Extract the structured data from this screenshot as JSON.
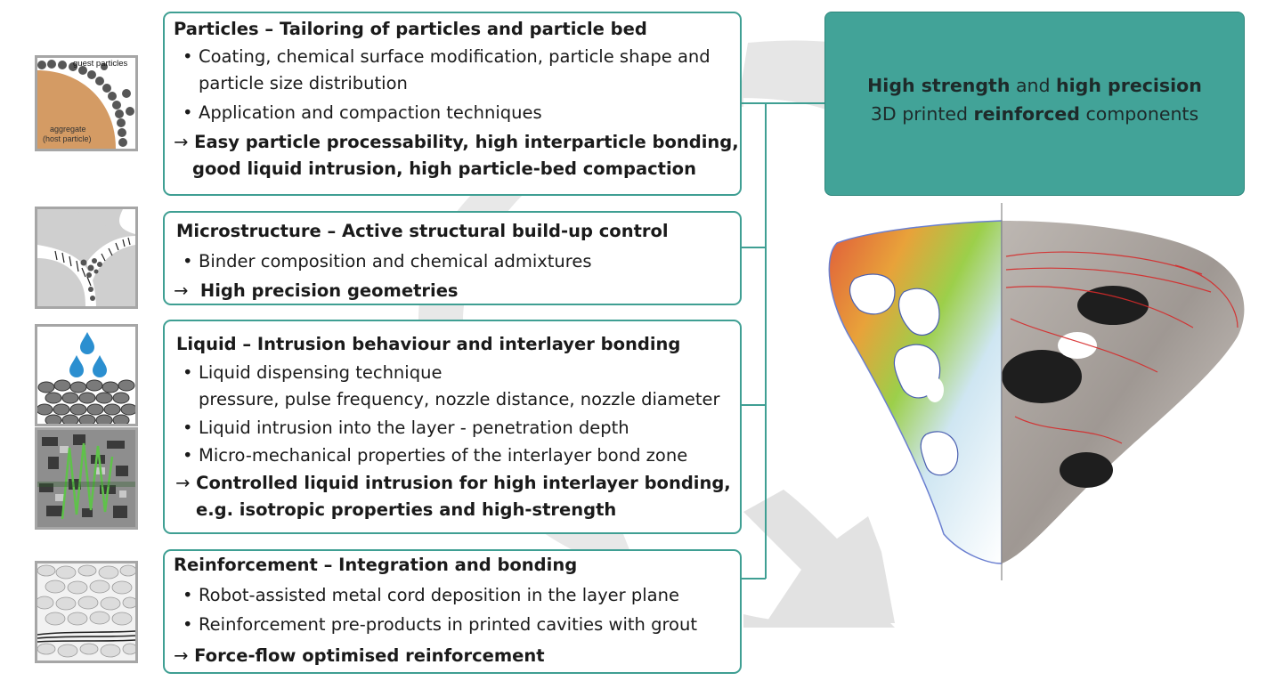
{
  "goal": {
    "line1_a": "High strength",
    "line1_b": " and ",
    "line1_c": "high precision",
    "line2_a": "3D printed ",
    "line2_b": "reinforced",
    "line2_c": " components"
  },
  "thumb_particles": {
    "label_guest": "guest particles",
    "label_aggregate": "aggregate",
    "label_host": "(host particle)"
  },
  "sections": [
    {
      "title": "Particles – Tailoring of particles and particle bed",
      "bullets": [
        "Coating, chemical surface modification, particle shape and",
        "particle size distribution",
        "Application and compaction techniques"
      ],
      "result": [
        "Easy particle processability, high interparticle bonding,",
        "good liquid intrusion, high particle-bed compaction"
      ]
    },
    {
      "title": "Microstructure – Active structural build-up control",
      "bullets": [
        "Binder composition and chemical admixtures"
      ],
      "result": [
        "High precision geometries"
      ]
    },
    {
      "title": "Liquid – Intrusion behaviour and interlayer bonding",
      "bullets": [
        "Liquid dispensing technique",
        "pressure, pulse frequency, nozzle distance, nozzle diameter",
        "Liquid intrusion into the layer - penetration depth",
        "Micro-mechanical properties of the interlayer bond zone"
      ],
      "result": [
        "Controlled liquid intrusion for high interlayer bonding,",
        "e.g. isotropic properties and high-strength"
      ]
    },
    {
      "title": "Reinforcement – Integration and bonding",
      "bullets": [
        "Robot-assisted metal cord deposition in the layer plane",
        "Reinforcement pre-products in printed cavities with grout"
      ],
      "result": [
        "Force-flow optimised reinforcement"
      ]
    }
  ],
  "glyphs": {
    "bullet": "•",
    "arrow": "→"
  },
  "colors": {
    "box_border": "#3f9f93",
    "goal_fill": "#42a398",
    "cycle_arrow": "#e6e6e6"
  }
}
